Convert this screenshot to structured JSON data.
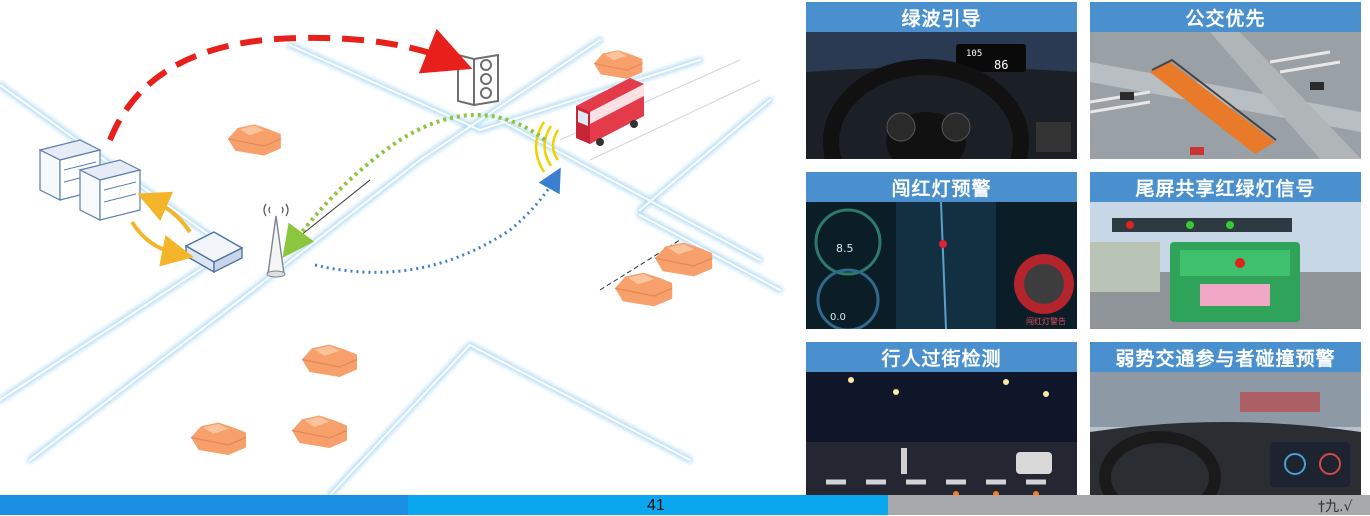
{
  "tiles": [
    {
      "title": "绿波引导"
    },
    {
      "title": "公交优先"
    },
    {
      "title": "闯红灯预警"
    },
    {
      "title": "尾屏共享红绿灯信号"
    },
    {
      "title": "行人过街检测"
    },
    {
      "title": "弱势交通参与者碰撞预警"
    }
  ],
  "hud": {
    "speed_top": "105",
    "speed_main": "86"
  },
  "dashboard": {
    "speed_a": "8.5",
    "speed_b": "0.0",
    "warn_text": "闯红灯警告"
  },
  "footer": {
    "page_number": "41",
    "corner_mark": "†九.√"
  },
  "colors": {
    "tile_header": "#4a90cf",
    "road_glow": "#a8d8f5",
    "car": "#f5a878",
    "red_arrow": "#e8201c",
    "green_arrow": "#8cc63e",
    "blue_arrow": "#3b7fd0",
    "yellow_arrow": "#f5b52a",
    "footer_left": "#1a8ee0",
    "footer_mid": "#0aa7ee",
    "footer_right": "#a7a9ac"
  }
}
